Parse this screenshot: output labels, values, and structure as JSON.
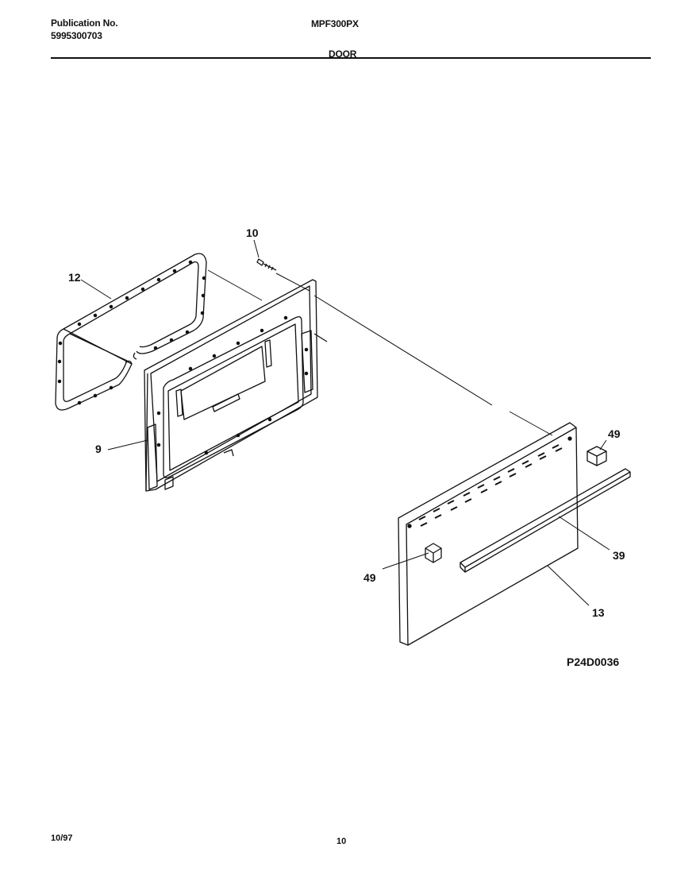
{
  "header": {
    "publication_label": "Publication No.",
    "publication_number": "5995300703",
    "model": "MPF300PX",
    "section": "DOOR"
  },
  "parts": {
    "p10": "10",
    "p12": "12",
    "p9": "9",
    "p49_right": "49",
    "p49_left": "49",
    "p39": "39",
    "p13": "13"
  },
  "diagram_ref": "P24D0036",
  "footer": {
    "date": "10/97",
    "page": "10"
  }
}
